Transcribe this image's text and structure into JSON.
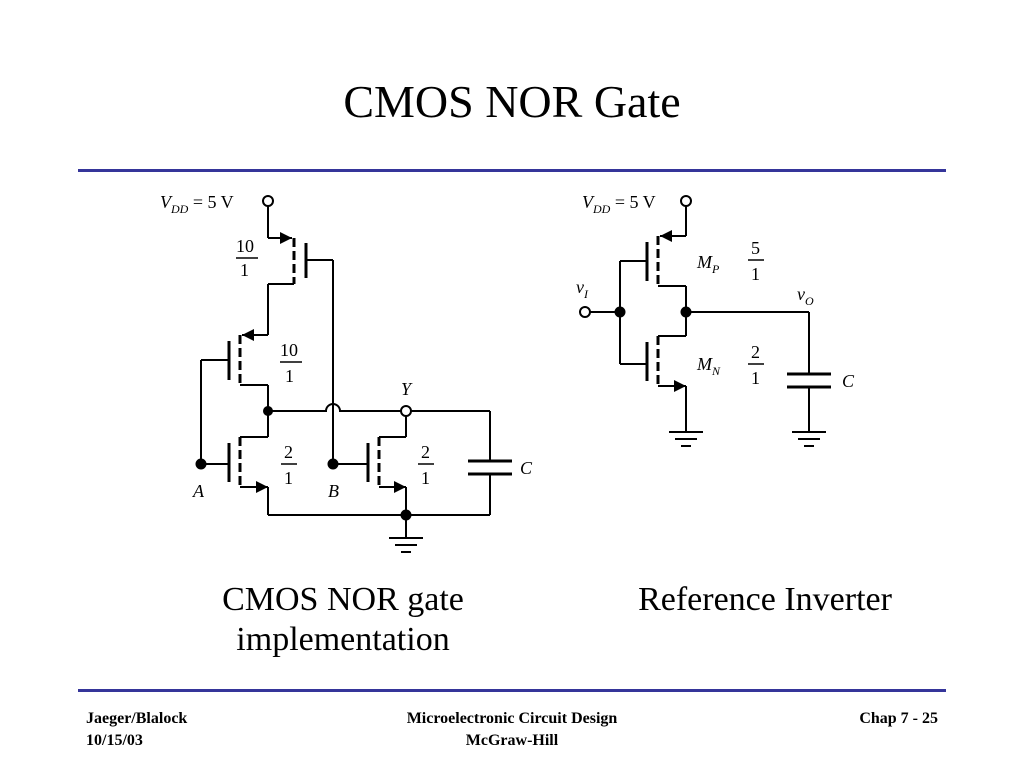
{
  "slide": {
    "title": "CMOS NOR Gate",
    "caption_left": {
      "line1": "CMOS NOR gate",
      "line2": "implementation"
    },
    "caption_right": "Reference Inverter"
  },
  "nor_circuit": {
    "vdd_label": "V",
    "vdd_sub": "DD",
    "vdd_value": " = 5 V",
    "top_pmos_ratio": {
      "num": "10",
      "den": "1"
    },
    "mid_pmos_ratio": {
      "num": "10",
      "den": "1"
    },
    "nmos_a_ratio": {
      "num": "2",
      "den": "1"
    },
    "nmos_b_ratio": {
      "num": "2",
      "den": "1"
    },
    "input_a": "A",
    "input_b": "B",
    "output": "Y",
    "cap_label": "C"
  },
  "inverter_circuit": {
    "vdd_label": "V",
    "vdd_sub": "DD",
    "vdd_value": " = 5 V",
    "input_label": "v",
    "input_sub": "I",
    "output_label": "v",
    "output_sub": "O",
    "mp_label": "M",
    "mp_sub": "P",
    "mp_ratio": {
      "num": "5",
      "den": "1"
    },
    "mn_label": "M",
    "mn_sub": "N",
    "mn_ratio": {
      "num": "2",
      "den": "1"
    },
    "cap_label": "C"
  },
  "footer": {
    "left_line1": "Jaeger/Blalock",
    "left_line2": "10/15/03",
    "center_line1": "Microelectronic Circuit Design",
    "center_line2": "McGraw-Hill",
    "right": "Chap 7 - 25"
  }
}
